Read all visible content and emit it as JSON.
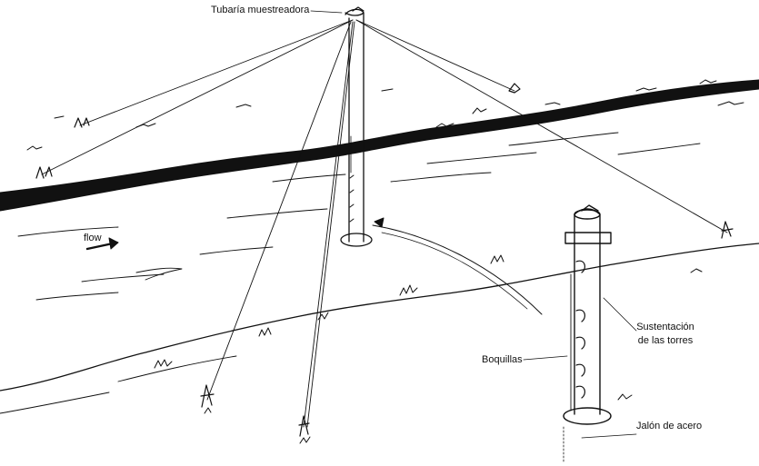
{
  "labels": {
    "sampler_pipe": "Tubaría muestreadora",
    "flow": "flow",
    "nozzles": "Boquillas",
    "tower_support_line1": "Sustentación",
    "tower_support_line2": "de las torres",
    "steel_stake": "Jalón de acero"
  },
  "colors": {
    "ink": "#111111",
    "paper": "#ffffff"
  }
}
